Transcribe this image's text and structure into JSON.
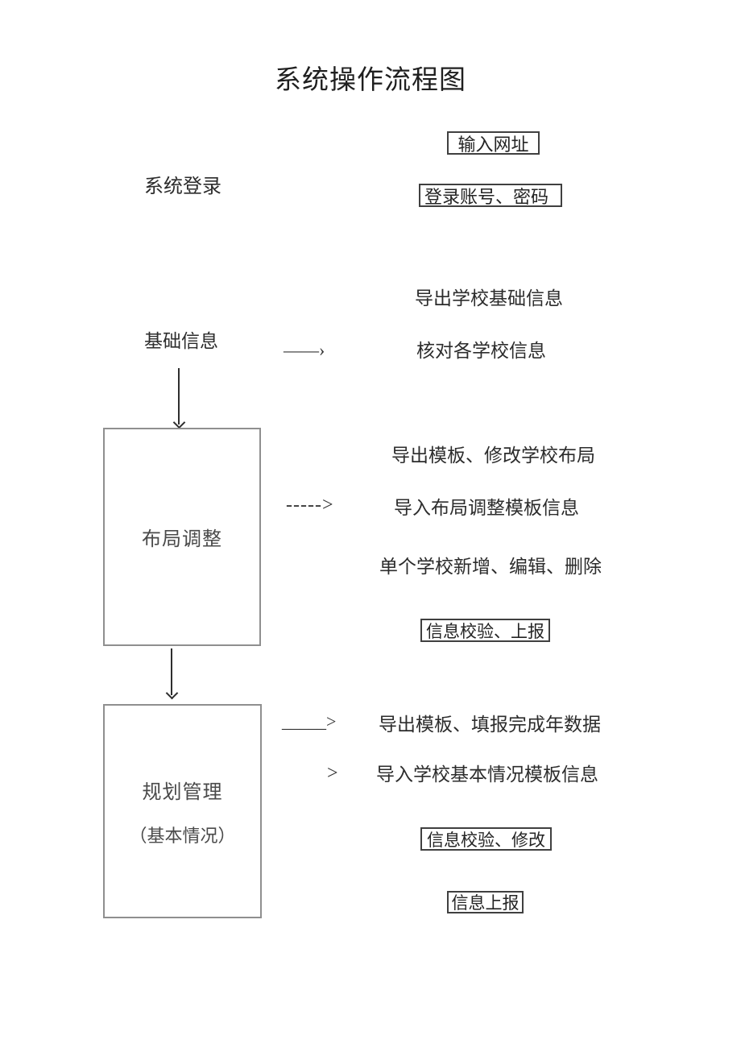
{
  "title": "系统操作流程图",
  "stages": {
    "login": {
      "label": "系统登录",
      "steps": {
        "enter_url": "输入网址",
        "credentials": "登录账号、密码"
      }
    },
    "basic_info": {
      "label": "基础信息",
      "steps": {
        "export": "导出学校基础信息",
        "verify": "核对各学校信息"
      }
    },
    "layout": {
      "label": "布局调整",
      "steps": {
        "export_template": "导出模板、修改学校布局",
        "import_template": "导入布局调整模板信息",
        "single_school": "单个学校新增、编辑、删除",
        "verify_report": "信息校验、上报"
      }
    },
    "planning": {
      "label": "规划管理",
      "sublabel": "（基本情况）",
      "steps": {
        "export_template": "导出模板、填报完成年数据",
        "import_template": "导入学校基本情况模板信息",
        "verify_modify": "信息校验、修改",
        "report": "信息上报"
      }
    }
  },
  "arrows": {
    "basic_to_verify": "——›",
    "layout_to_import": "----->",
    "planning_to_export": "_____>",
    "planning_to_import": ">"
  },
  "colors": {
    "background": "#ffffff",
    "text": "#2c2c2c",
    "small_box_border": "#404040",
    "stage_box_border": "#8f8f8f"
  }
}
